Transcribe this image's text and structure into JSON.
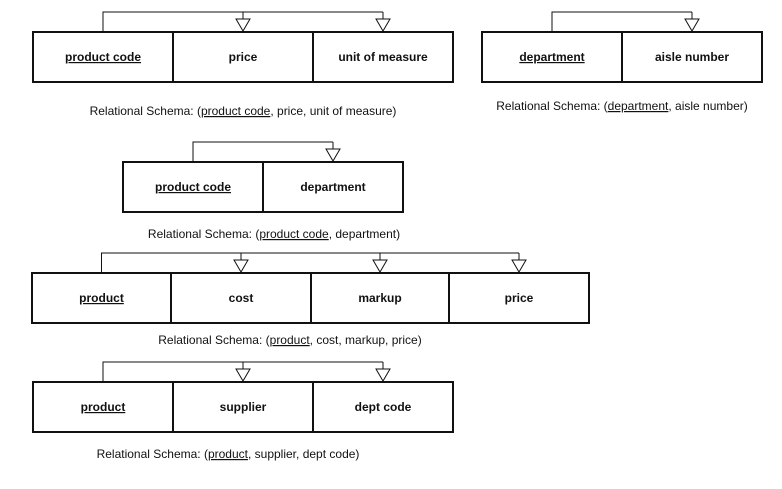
{
  "caption_prefix": "Relational Schema: ",
  "tables": [
    {
      "name": "product-price-table",
      "columns": [
        {
          "label": "product code",
          "key": true
        },
        {
          "label": "price",
          "key": false
        },
        {
          "label": "unit of measure",
          "key": false
        }
      ],
      "caption_attrs": [
        "product code",
        "price",
        "unit of measure"
      ]
    },
    {
      "name": "department-aisle-table",
      "columns": [
        {
          "label": "department",
          "key": true
        },
        {
          "label": "aisle number",
          "key": false
        }
      ],
      "caption_attrs": [
        "department",
        "aisle number"
      ]
    },
    {
      "name": "product-department-table",
      "columns": [
        {
          "label": "product code",
          "key": true
        },
        {
          "label": "department",
          "key": false
        }
      ],
      "caption_attrs": [
        "product code",
        "department"
      ]
    },
    {
      "name": "product-cost-table",
      "columns": [
        {
          "label": "product",
          "key": true
        },
        {
          "label": "cost",
          "key": false
        },
        {
          "label": "markup",
          "key": false
        },
        {
          "label": "price",
          "key": false
        }
      ],
      "caption_attrs": [
        "product",
        "cost",
        "markup",
        "price"
      ]
    },
    {
      "name": "product-supplier-table",
      "columns": [
        {
          "label": "product",
          "key": true
        },
        {
          "label": "supplier",
          "key": false
        },
        {
          "label": "dept code",
          "key": false
        }
      ],
      "caption_attrs": [
        "product",
        "supplier",
        "dept code"
      ]
    }
  ],
  "colors": {
    "line": "#111111",
    "fill": "#ffffff",
    "text": "#111111"
  }
}
